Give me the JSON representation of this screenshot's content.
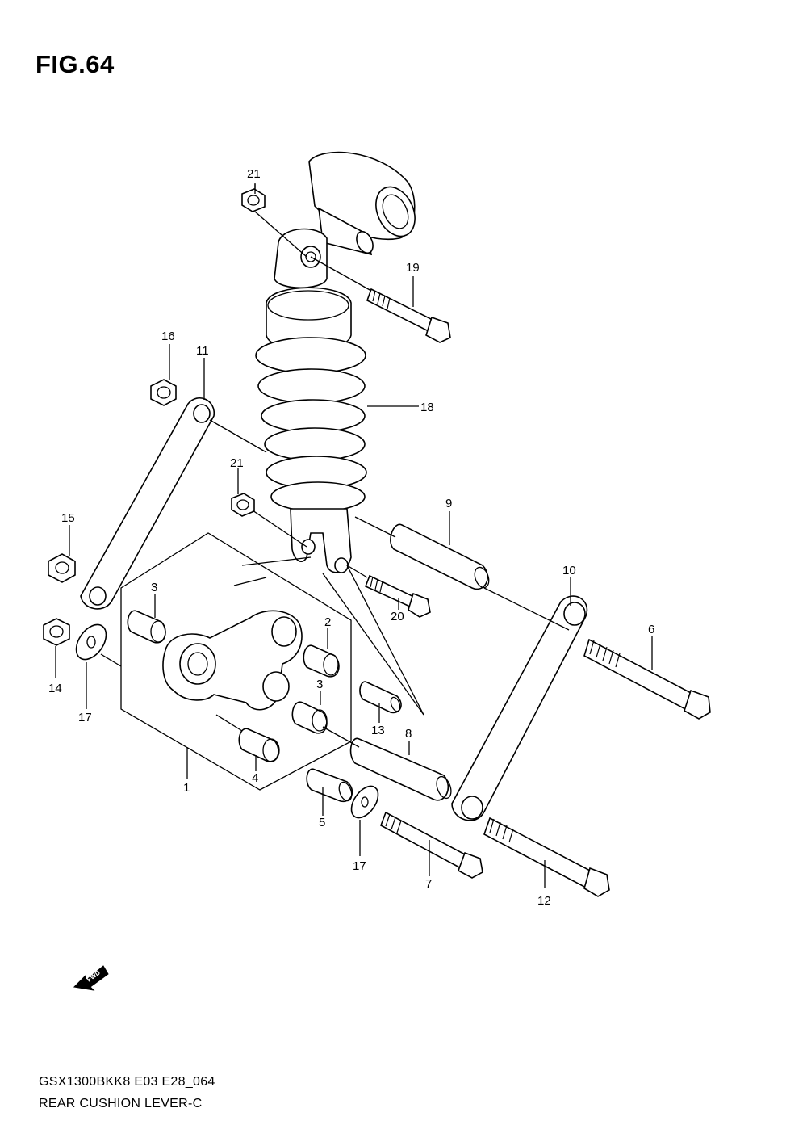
{
  "figure": {
    "title": "FIG.64"
  },
  "footer": {
    "model_code": "GSX1300BKK8 E03 E28_064",
    "diagram_name": "REAR CUSHION LEVER-C"
  },
  "callouts": {
    "c1": "1",
    "c2": "2",
    "c3a": "3",
    "c3b": "3",
    "c4": "4",
    "c5": "5",
    "c6": "6",
    "c7": "7",
    "c8": "8",
    "c9": "9",
    "c10": "10",
    "c11": "11",
    "c12": "12",
    "c13": "13",
    "c14": "14",
    "c15": "15",
    "c16": "16",
    "c17a": "17",
    "c17b": "17",
    "c18": "18",
    "c19": "19",
    "c20": "20",
    "c21a": "21",
    "c21b": "21"
  },
  "fwd_badge": {
    "label": "FWD"
  },
  "colors": {
    "ink": "#000000",
    "paper": "#ffffff"
  }
}
